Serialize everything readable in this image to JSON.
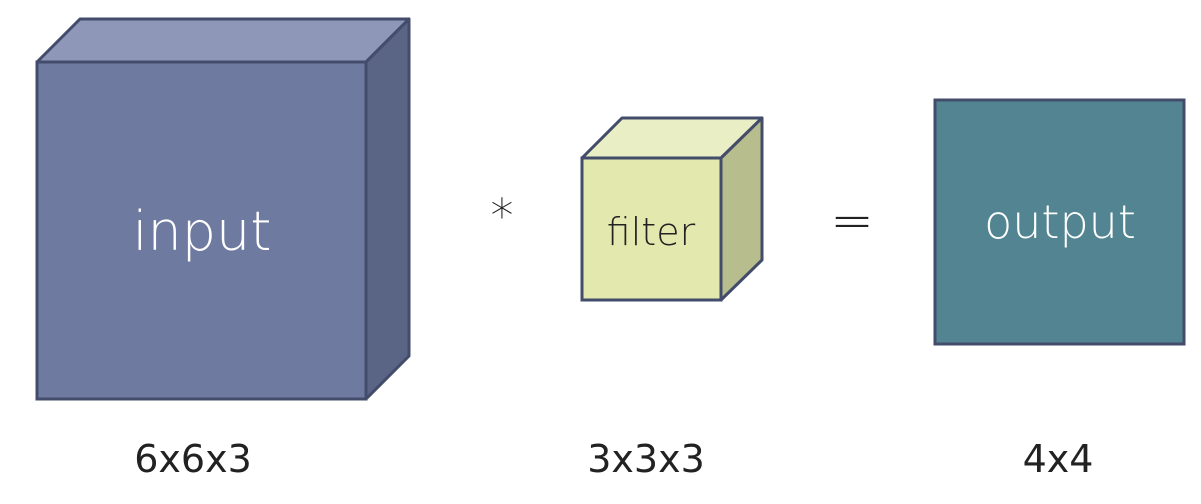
{
  "input": {
    "label": "input",
    "dimensions": "6x6x3",
    "colors": {
      "front": "#6e7aa0",
      "top": "#8e97b7",
      "side": "#5a6585",
      "stroke": "#434c6a"
    }
  },
  "filter": {
    "label": "filter",
    "dimensions": "3x3x3",
    "colors": {
      "front": "#e3e8ae",
      "top": "#eaeec4",
      "side": "#b8bd8d",
      "stroke": "#434c6a"
    }
  },
  "output": {
    "label": "output",
    "dimensions": "4x4",
    "colors": {
      "front": "#528591",
      "stroke": "#434c6a"
    }
  },
  "operators": {
    "convolve": "*",
    "equals": "="
  }
}
